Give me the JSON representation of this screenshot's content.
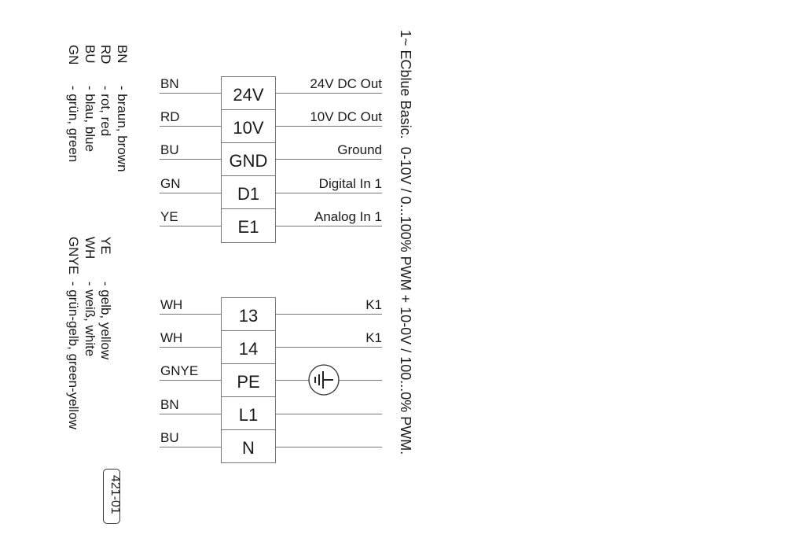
{
  "title": "1~ ECblue Basic.  0-10V / 0...100% PWM + 10-0V / 100...0% PWM.",
  "legend_left": [
    {
      "code": "BN",
      "desc": "- braun, brown"
    },
    {
      "code": "RD",
      "desc": "- rot, red"
    },
    {
      "code": "BU",
      "desc": "- blau, blue"
    },
    {
      "code": "GN",
      "desc": "- grün, green"
    }
  ],
  "legend_right": [
    {
      "code": "YE",
      "desc": "- gelb, yellow"
    },
    {
      "code": "WH",
      "desc": "- weiß, white"
    },
    {
      "code": "GNYE",
      "desc": "- grün-gelb, green-yellow"
    }
  ],
  "drawing_number": "421-01",
  "control_block": [
    {
      "wire": "BN",
      "terminal": "24V",
      "signal": "24V  DC Out"
    },
    {
      "wire": "RD",
      "terminal": "10V",
      "signal": "10V  DC Out"
    },
    {
      "wire": "BU",
      "terminal": "GND",
      "signal": "Ground"
    },
    {
      "wire": "GN",
      "terminal": "D1",
      "signal": "Digital In 1"
    },
    {
      "wire": "YE",
      "terminal": "E1",
      "signal": "Analog In 1"
    }
  ],
  "power_block": [
    {
      "wire": "WH",
      "terminal": "13",
      "signal": "K1"
    },
    {
      "wire": "WH",
      "terminal": "14",
      "signal": "K1"
    },
    {
      "wire": "GNYE",
      "terminal": "PE",
      "signal": "",
      "symbol": "ground-icon"
    },
    {
      "wire": "BN",
      "terminal": "L1",
      "signal": ""
    },
    {
      "wire": "BU",
      "terminal": "N",
      "signal": ""
    }
  ],
  "colors": {
    "line": "#777777",
    "text": "#1a1a1a"
  }
}
